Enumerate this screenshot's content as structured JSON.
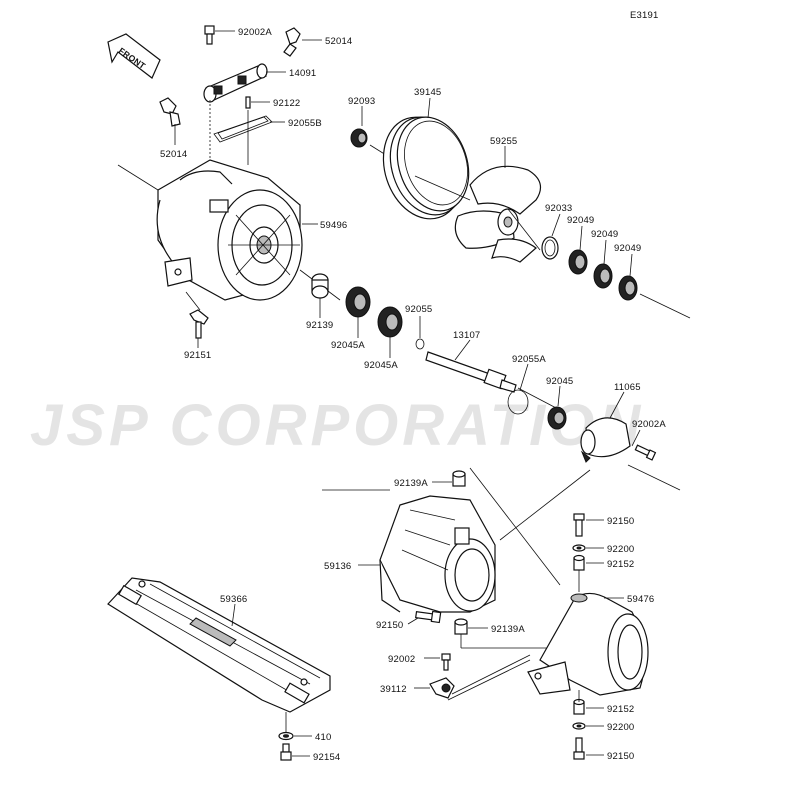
{
  "diagram": {
    "code": "E3191",
    "front_label": "FRONT",
    "watermark": "JSP CORPORATION"
  },
  "part_numbers": {
    "p92002A_top": "92002A",
    "p52014_top": "52014",
    "p14091": "14091",
    "p92122": "92122",
    "p92055B": "92055B",
    "p52014_left": "52014",
    "p92093": "92093",
    "p39145": "39145",
    "p59255": "59255",
    "p92033": "92033",
    "p92049_a": "92049",
    "p92049_b": "92049",
    "p92049_c": "92049",
    "p59496": "59496",
    "p92139": "92139",
    "p92055": "92055",
    "p92045A_a": "92045A",
    "p92045A_b": "92045A",
    "p92151": "92151",
    "p13107": "13107",
    "p92055A": "92055A",
    "p92045": "92045",
    "p11065": "11065",
    "p92002A_right": "92002A",
    "p92139A_top": "92139A",
    "p59136": "59136",
    "p92150_top": "92150",
    "p92200_top": "92200",
    "p92152_top": "92152",
    "p59476": "59476",
    "p59366": "59366",
    "p92150_mid": "92150",
    "p92139A_mid": "92139A",
    "p92002": "92002",
    "p39112": "39112",
    "p410": "410",
    "p92154": "92154",
    "p92152_bot": "92152",
    "p92200_bot": "92200",
    "p92150_bot": "92150"
  }
}
